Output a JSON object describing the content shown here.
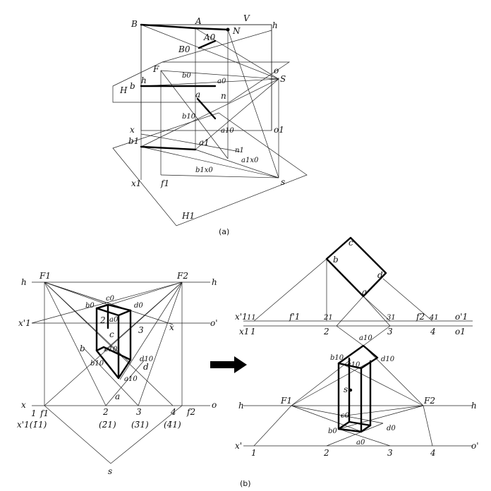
{
  "figure_a": {
    "caption": "(a)",
    "labels": {
      "B": "B",
      "A": "A",
      "N": "N",
      "V": "V",
      "h_top": "h",
      "A0": "A0",
      "B0": "B0",
      "F": "F",
      "h_mid": "h",
      "H": "H",
      "b": "b",
      "b0": "b0",
      "a0": "a0",
      "a": "a",
      "o": "o",
      "S": "S",
      "n": "n",
      "b10": "b10",
      "a10": "a10",
      "x": "x",
      "b1": "b1",
      "a1": "a1",
      "o1": "o1",
      "n1": "n1",
      "a1x0": "a1x0",
      "b1x0": "b1x0",
      "x1": "x1",
      "f1": "f1",
      "s": "s",
      "H1": "H1"
    }
  },
  "figure_b": {
    "caption": "(b)",
    "arrow": "right-arrow",
    "left": {
      "h_l": "h",
      "h_r": "h",
      "F1": "F1",
      "F2": "F2",
      "c0": "c0",
      "b0": "b0",
      "d0": "d0",
      "a0": "a0",
      "bar2": "2",
      "bar3": "3",
      "x1p": "x'1",
      "x_mid": "x",
      "o_prime": "o'",
      "b": "b",
      "c": "c",
      "c10": "c10",
      "b10": "b10",
      "d10": "d10",
      "d": "d",
      "a10": "a10",
      "a": "a",
      "x_bot": "x",
      "bar1": "1",
      "f1": "f1",
      "bar2b": "2",
      "bar3b": "3",
      "bar4b": "4",
      "o_bot": "o",
      "f2": "f2",
      "p1": "x'1(1̄1)",
      "p2": "(2̄1)",
      "p3": "(3̄1)",
      "p4": "(4̄1)",
      "s": "s"
    },
    "right": {
      "c": "c",
      "b": "b",
      "d": "d",
      "a": "a",
      "x1p": "x'1",
      "bar11": "11",
      "f1p": "f'1",
      "bar21": "21",
      "bar31": "31",
      "f2": "f2",
      "bar41": "41",
      "o1p": "o'1",
      "x1": "x1",
      "bar1": "1",
      "bar2": "2",
      "bar3": "3",
      "bar4": "4",
      "o1": "o1",
      "a10": "a10",
      "b10": "b10",
      "d10": "d10",
      "c10": "c10",
      "s": "s",
      "h_l": "h",
      "F1": "F1",
      "F2": "F2",
      "h_r": "h",
      "c0": "c0",
      "b0": "b0",
      "d0": "d0",
      "a0": "a0",
      "xp": "x'",
      "bar1b": "1",
      "bar2b": "2",
      "bar3b": "3",
      "bar4b": "4",
      "op": "o'"
    }
  }
}
